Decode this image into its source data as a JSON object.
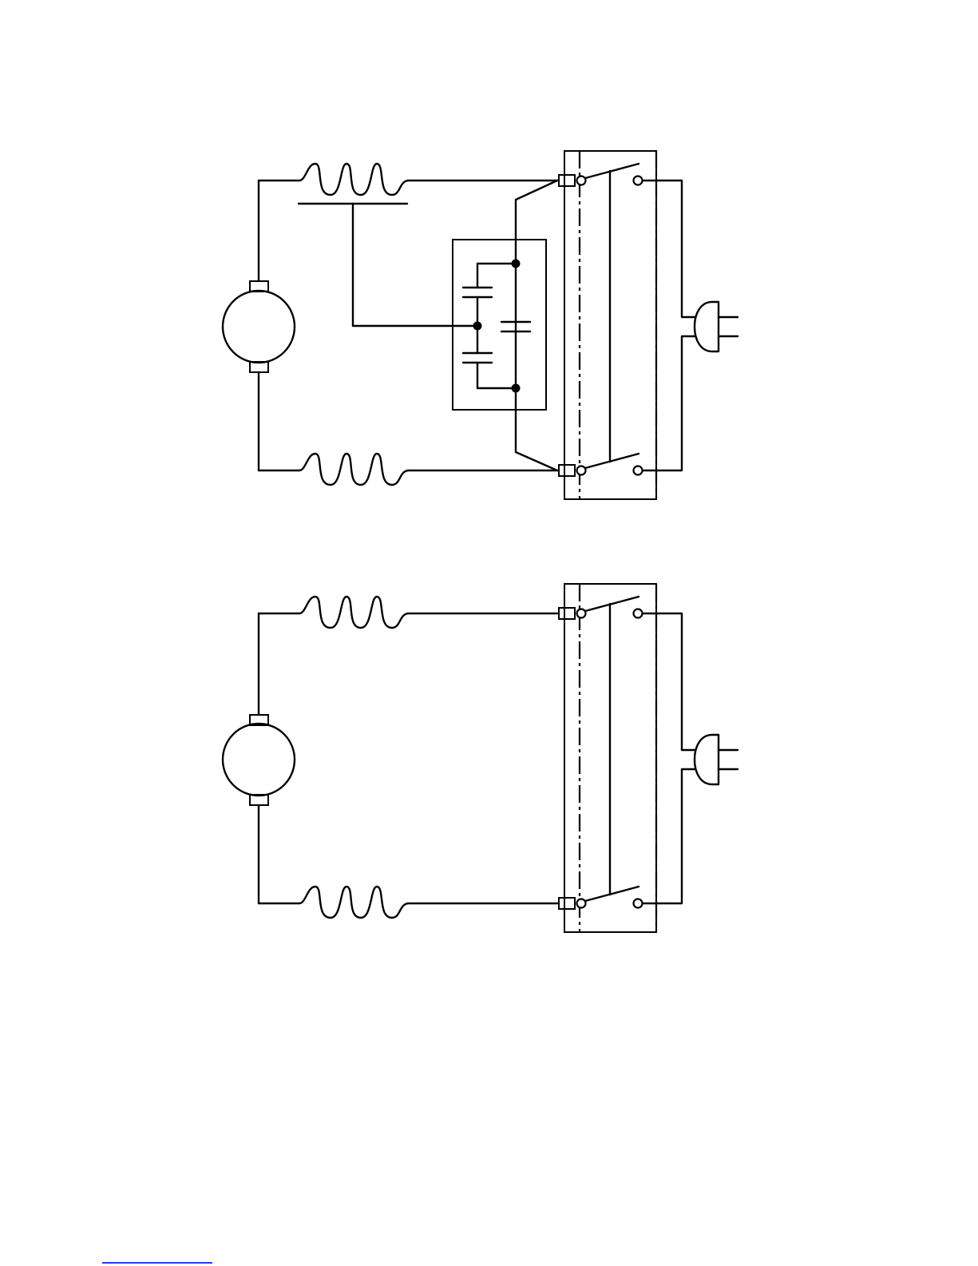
{
  "figure": {
    "diagrams": [
      {
        "id": "top",
        "variant": "with-suppression-capacitors"
      },
      {
        "id": "bottom",
        "variant": "without-suppression"
      }
    ],
    "colors": {
      "line": "#000000",
      "background": "#ffffff",
      "footer_rule": "#1f3fff"
    }
  }
}
